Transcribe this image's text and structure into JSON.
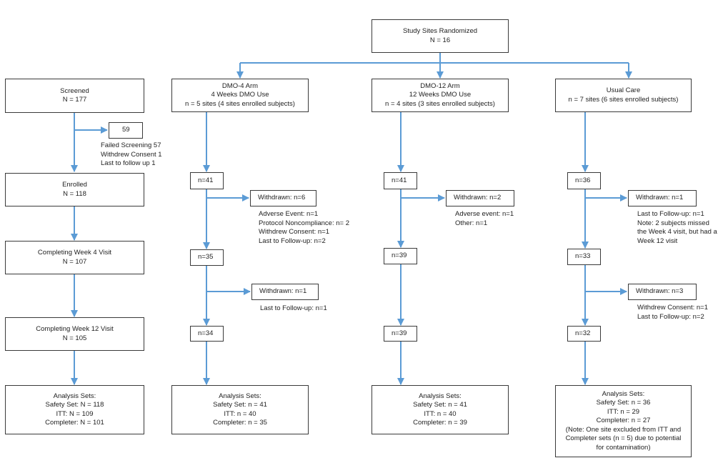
{
  "top": [
    "Study Sites Randomized",
    "N = 16"
  ],
  "screening": {
    "screened": [
      "Screened",
      "N = 177"
    ],
    "excluded": [
      "59"
    ],
    "excluded_notes": [
      "Failed Screening  57",
      "Withdrew Consent  1",
      "Last to follow up  1"
    ],
    "enrolled": [
      "Enrolled",
      "N = 118"
    ],
    "week4": [
      "Completing Week 4 Visit",
      "N = 107"
    ],
    "week12": [
      "Completing Week 12 Visit",
      "N = 105"
    ],
    "analysis": [
      "Analysis Sets:",
      "Safety Set: N = 118",
      "ITT: N = 109",
      "Completer: N = 101"
    ]
  },
  "dmo4": {
    "header": [
      "DMO-4 Arm",
      "4 Weeks DMO Use",
      "n = 5 sites (4 sites enrolled subjects)"
    ],
    "n1": [
      "n=41"
    ],
    "w1": [
      "Withdrawn: n=6"
    ],
    "w1_notes": [
      "Adverse Event: n=1",
      "Protocol Noncompliance: n= 2",
      "Withdrew Consent: n=1",
      "Last to Follow-up: n=2"
    ],
    "n2": [
      "n=35"
    ],
    "w2": [
      "Withdrawn: n=1"
    ],
    "w2_notes": [
      "Last to Follow-up: n=1"
    ],
    "n3": [
      "n=34"
    ],
    "analysis": [
      "Analysis Sets:",
      "Safety Set: n = 41",
      "ITT: n = 40",
      "Completer: n = 35"
    ]
  },
  "dmo12": {
    "header": [
      "DMO-12 Arm",
      "12 Weeks DMO Use",
      "n = 4 sites (3 sites enrolled subjects)"
    ],
    "n1": [
      "n=41"
    ],
    "w1": [
      "Withdrawn: n=2"
    ],
    "w1_notes": [
      "Adverse event: n=1",
      "Other: n=1"
    ],
    "n2": [
      "n=39"
    ],
    "n3": [
      "n=39"
    ],
    "analysis": [
      "Analysis Sets:",
      "Safety Set: n = 41",
      "ITT: n = 40",
      "Completer: n = 39"
    ]
  },
  "usual": {
    "header": [
      "Usual Care",
      "n = 7 sites (6 sites enrolled subjects)"
    ],
    "n1": [
      "n=36"
    ],
    "w1": [
      "Withdrawn: n=1"
    ],
    "w1_notes": [
      "Last to Follow-up: n=1",
      "Note: 2 subjects missed",
      "the Week 4 visit, but had a",
      "Week 12 visit"
    ],
    "n2": [
      "n=33"
    ],
    "w2": [
      "Withdrawn: n=3"
    ],
    "w2_notes": [
      "Withdrew Consent: n=1",
      "Last to Follow-up: n=2"
    ],
    "n3": [
      "n=32"
    ],
    "analysis": [
      "Analysis Sets:",
      "Safety Set: n = 36",
      "ITT: n = 29",
      "Completer: n = 27",
      "(Note: One site excluded from ITT and",
      "Completer sets (n = 5) due to potential",
      "for contamination)"
    ]
  },
  "colors": {
    "arrow": "#5b9bd5",
    "border": "#3a3a3a",
    "text": "#222222"
  }
}
